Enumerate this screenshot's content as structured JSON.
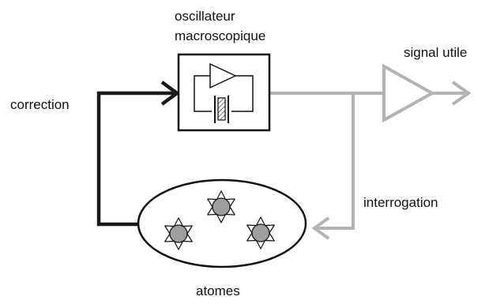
{
  "labels": {
    "oscillator_line1": "oscillateur",
    "oscillator_line2": "macroscopique",
    "useful_signal": "signal utile",
    "correction": "correction",
    "interrogation": "interrogation",
    "atoms": "atomes"
  },
  "colors": {
    "correction_path": "#1a1a1a",
    "signal_path": "#b3b3b3",
    "atom_fill": "#9e9e9e",
    "outline": "#111111"
  },
  "icons": {
    "amplifier": "triangle-amplifier-icon",
    "crystal": "quartz-crystal-icon",
    "atom": "atom-star-icon"
  }
}
